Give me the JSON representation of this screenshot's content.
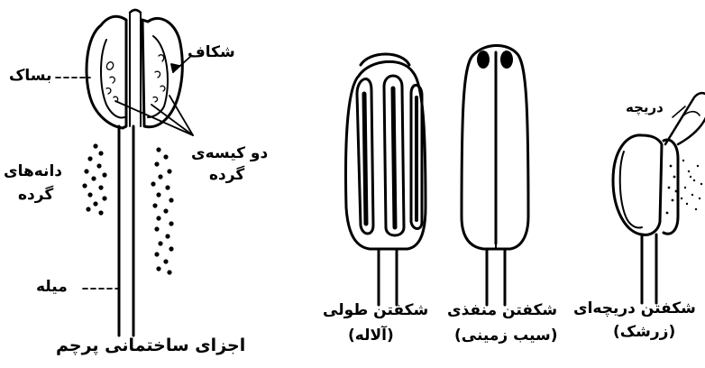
{
  "figure": {
    "title": "اجزای ساختمانی پرچم",
    "parts": {
      "anther": "بساک",
      "slit": "شکاف",
      "pollen_sacs_line1": "دو کیسه‌ی",
      "pollen_sacs_line2": "گرده",
      "pollen_grains_line1": "دانه‌های",
      "pollen_grains_line2": "گرده",
      "filament": "میله"
    },
    "dehiscence": [
      {
        "label": "شکفتن طولی",
        "example": "(آلاله)"
      },
      {
        "label": "شکفتن منفذی",
        "example": "(سیب زمینی)"
      },
      {
        "label": "شکفتن دریچه‌ای",
        "example": "(زرشک)",
        "flap_label": "دریچه"
      }
    ]
  },
  "colors": {
    "ink": "#000000",
    "paper": "#ffffff"
  }
}
